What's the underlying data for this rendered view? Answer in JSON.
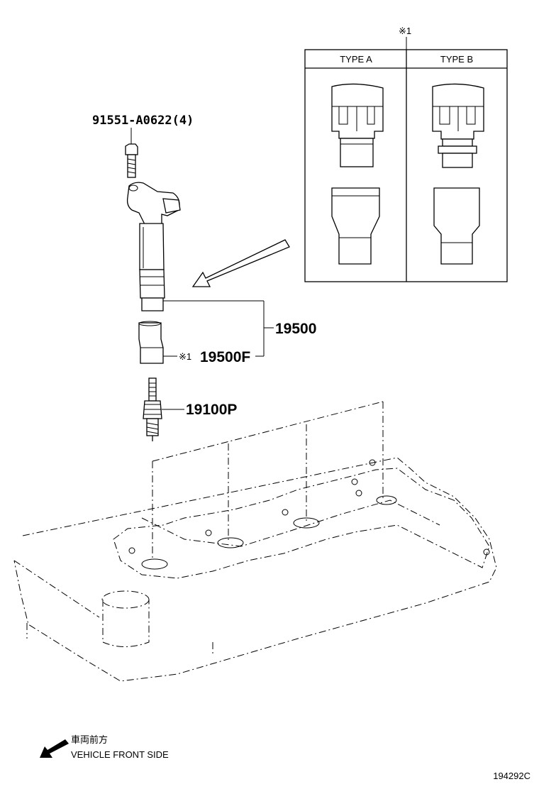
{
  "callouts": {
    "bolt": "91551-A0622(4)",
    "coil": "19500",
    "boot": "19500F",
    "boot_mark": "※1",
    "plug": "19100P"
  },
  "inset": {
    "mark": "※1",
    "type_a": "TYPE A",
    "type_b": "TYPE B"
  },
  "direction": {
    "label_jp": "車両前方",
    "label_en": "VEHICLE FRONT SIDE",
    "icon": "arrow-down-left-icon"
  },
  "figure_id": "194292C"
}
